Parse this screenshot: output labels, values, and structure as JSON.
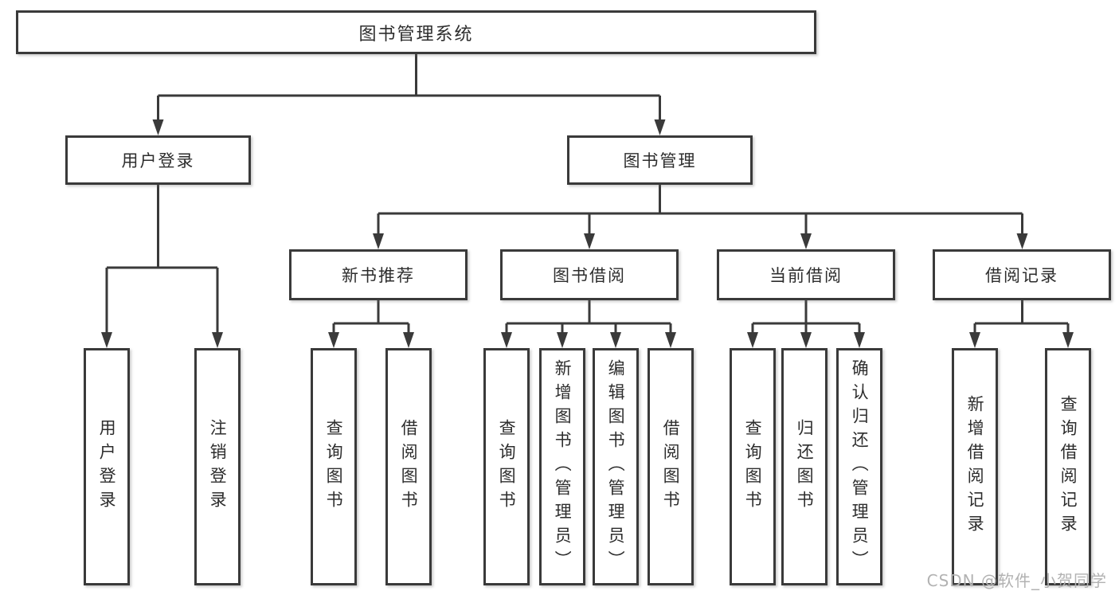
{
  "diagram_type": "hierarchy-tree",
  "colors": {
    "background": "#ffffff",
    "line": "#3a3a3a",
    "box_border": "#3a3a3a",
    "text": "#2d2d2d",
    "watermark": "#b2b2b2"
  },
  "nodes": {
    "root": {
      "label": "图书管理系统"
    },
    "user_login": {
      "label": "用户登录"
    },
    "book_mgmt": {
      "label": "图书管理"
    },
    "new_book_rec": {
      "label": "新书推荐"
    },
    "book_borrow": {
      "label": "图书借阅"
    },
    "current_borrow": {
      "label": "当前借阅"
    },
    "borrow_records": {
      "label": "借阅记录"
    },
    "leaf_user_login": {
      "label": "用户登录"
    },
    "leaf_logout": {
      "label": "注销登录"
    },
    "rec_query_books": {
      "label": "查询图书"
    },
    "rec_borrow_books": {
      "label": "借阅图书"
    },
    "bb_query_books": {
      "label": "查询图书"
    },
    "bb_add_books": {
      "label": "新增图书（管理员）"
    },
    "bb_edit_books": {
      "label": "编辑图书（管理员）"
    },
    "bb_borrow_books": {
      "label": "借阅图书"
    },
    "cb_query_books": {
      "label": "查询图书"
    },
    "cb_return_books": {
      "label": "归还图书"
    },
    "cb_confirm_return": {
      "label": "确认归还（管理员）"
    },
    "br_add_record": {
      "label": "新增借阅记录"
    },
    "br_query_record": {
      "label": "查询借阅记录"
    }
  },
  "edges": [
    {
      "from": "root",
      "to": "user_login"
    },
    {
      "from": "root",
      "to": "book_mgmt"
    },
    {
      "from": "user_login",
      "to": "leaf_user_login"
    },
    {
      "from": "user_login",
      "to": "leaf_logout"
    },
    {
      "from": "book_mgmt",
      "to": "new_book_rec"
    },
    {
      "from": "book_mgmt",
      "to": "book_borrow"
    },
    {
      "from": "book_mgmt",
      "to": "current_borrow"
    },
    {
      "from": "book_mgmt",
      "to": "borrow_records"
    },
    {
      "from": "new_book_rec",
      "to": "rec_query_books"
    },
    {
      "from": "new_book_rec",
      "to": "rec_borrow_books"
    },
    {
      "from": "book_borrow",
      "to": "bb_query_books"
    },
    {
      "from": "book_borrow",
      "to": "bb_add_books"
    },
    {
      "from": "book_borrow",
      "to": "bb_edit_books"
    },
    {
      "from": "book_borrow",
      "to": "bb_borrow_books"
    },
    {
      "from": "current_borrow",
      "to": "cb_query_books"
    },
    {
      "from": "current_borrow",
      "to": "cb_return_books"
    },
    {
      "from": "current_borrow",
      "to": "cb_confirm_return"
    },
    {
      "from": "borrow_records",
      "to": "br_add_record"
    },
    {
      "from": "borrow_records",
      "to": "br_query_record"
    }
  ],
  "watermark": {
    "text": "CSDN @软件_小贺同学"
  }
}
